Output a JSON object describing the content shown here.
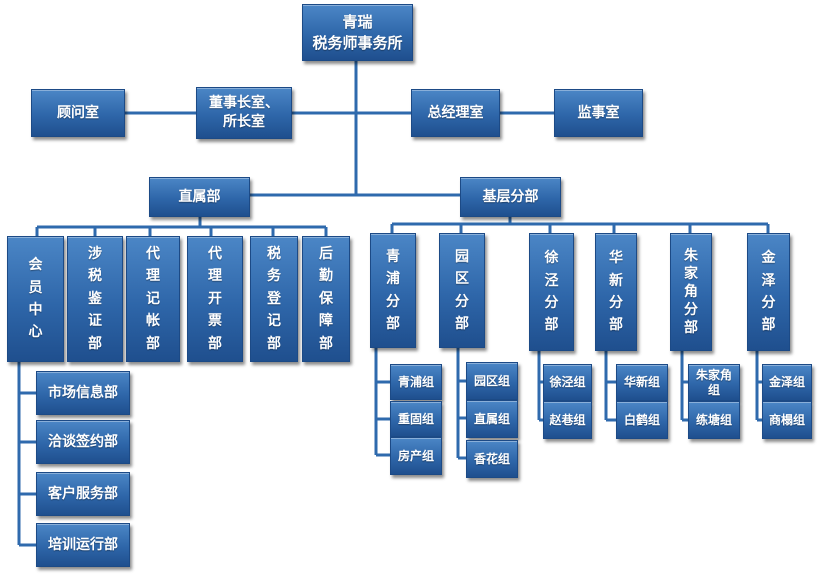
{
  "org": {
    "root": "青瑞\n税务师事务所",
    "advisor": "顾问室",
    "chairman": "董事长室、\n所长室",
    "gm": "总经理室",
    "supervisor": "监事室",
    "direct": "直属部",
    "branch_root": "基层分部",
    "direct_depts": [
      "会\n员\n中\n心",
      "涉\n税\n鉴\n证\n部",
      "代\n理\n记\n帐\n部",
      "代\n理\n开\n票\n部",
      "税\n务\n登\n记\n部",
      "后\n勤\n保\n障\n部"
    ],
    "member_subs": [
      "市场信息部",
      "洽谈签约部",
      "客户服务部",
      "培训运行部"
    ],
    "branches": [
      {
        "name": "青\n浦\n分\n部",
        "groups": [
          "青浦组",
          "重固组",
          "房产组"
        ]
      },
      {
        "name": "园\n区\n分\n部",
        "groups": [
          "园区组",
          "直属组",
          "香花组"
        ]
      },
      {
        "name": "徐\n泾\n分\n部",
        "groups": [
          "徐泾组",
          "赵巷组"
        ]
      },
      {
        "name": "华\n新\n分\n部",
        "groups": [
          "华新组",
          "白鹤组"
        ]
      },
      {
        "name": "朱\n家\n角\n分\n部",
        "groups": [
          "朱家角\n组",
          "练塘组"
        ]
      },
      {
        "name": "金\n泽\n分\n部",
        "groups": [
          "金泽组",
          "商榻组"
        ]
      }
    ]
  },
  "colors": {
    "box_top": "#4b86c6",
    "box_bottom": "#1f4f8e",
    "line": "#2f6aad"
  }
}
